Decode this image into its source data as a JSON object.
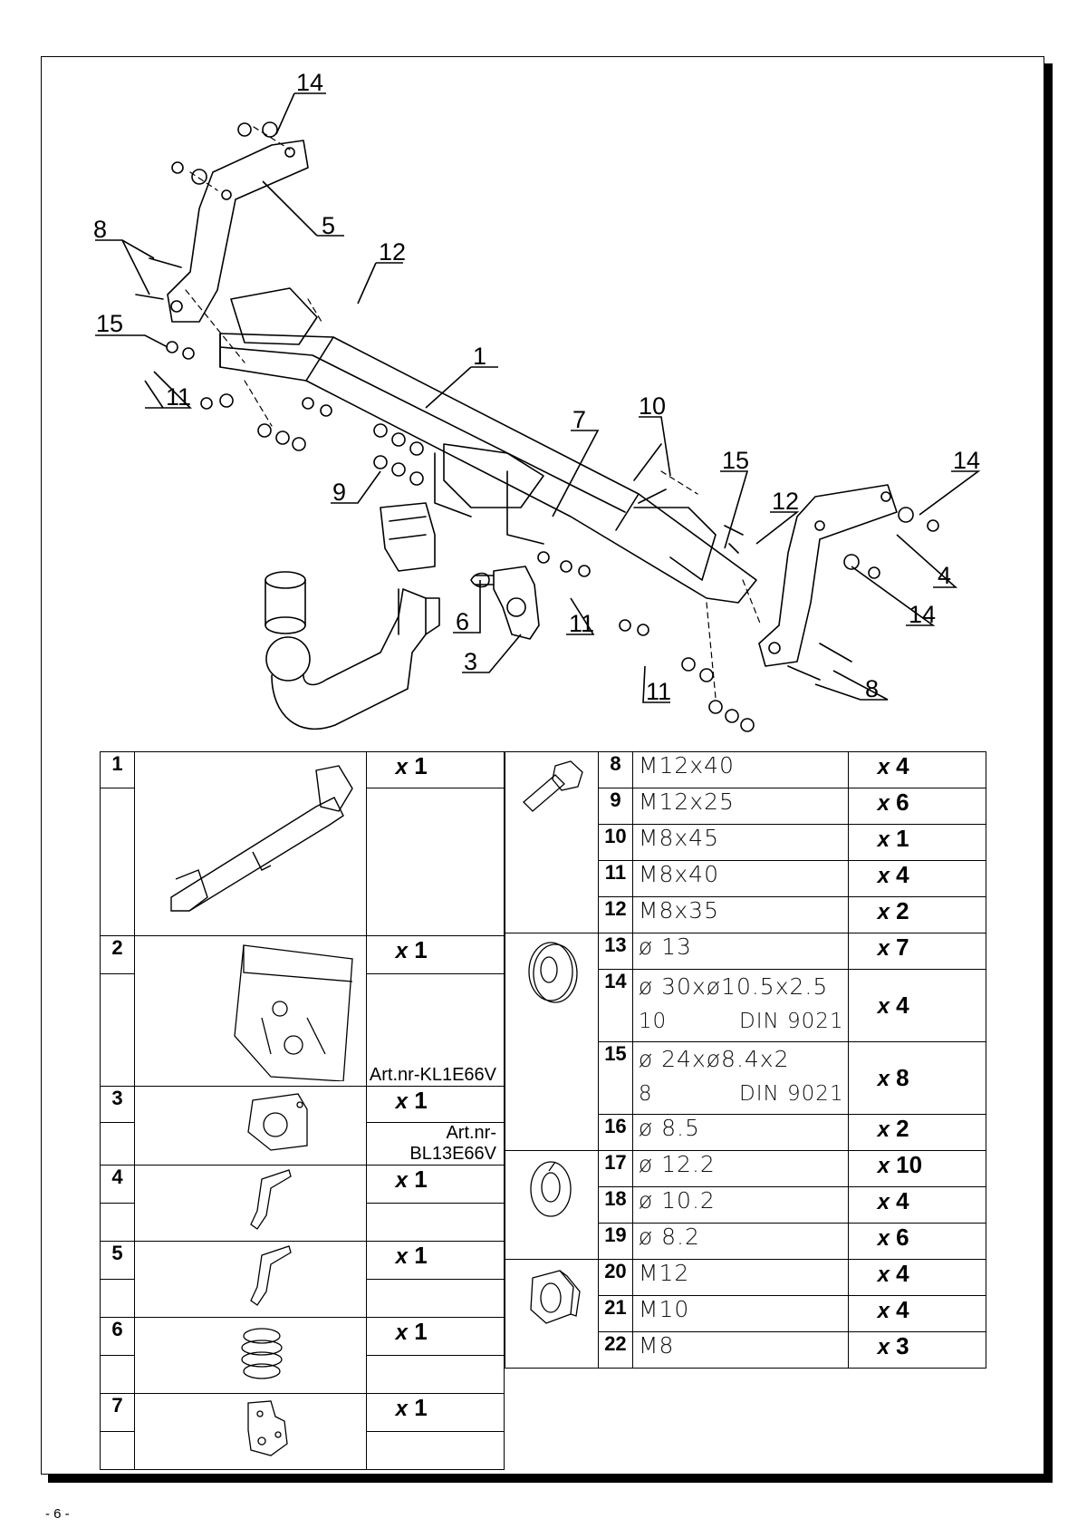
{
  "page": {
    "number": "- 6 -"
  },
  "callouts": [
    "14",
    "5",
    "8",
    "12",
    "15",
    "1",
    "11",
    "10",
    "7",
    "15",
    "14",
    "12",
    "9",
    "4",
    "6",
    "14",
    "11",
    "3",
    "11",
    "8"
  ],
  "left_items": [
    {
      "no": "1",
      "qty_x": "x",
      "qty": "1",
      "art": ""
    },
    {
      "no": "2",
      "qty_x": "x",
      "qty": "1",
      "art": "Art.nr-KL1E66V"
    },
    {
      "no": "3",
      "qty_x": "x",
      "qty": "1",
      "art": "Art.nr-BL13E66V"
    },
    {
      "no": "4",
      "qty_x": "x",
      "qty": "1",
      "art": ""
    },
    {
      "no": "5",
      "qty_x": "x",
      "qty": "1",
      "art": ""
    },
    {
      "no": "6",
      "qty_x": "x",
      "qty": "1",
      "art": ""
    },
    {
      "no": "7",
      "qty_x": "x",
      "qty": "1",
      "art": ""
    }
  ],
  "right_items": [
    {
      "no": "8",
      "spec": "M12x40",
      "spec2": "",
      "din": "",
      "qty_x": "x",
      "qty": "4"
    },
    {
      "no": "9",
      "spec": "M12x25",
      "spec2": "",
      "din": "",
      "qty_x": "x",
      "qty": "6"
    },
    {
      "no": "10",
      "spec": "M8x45",
      "spec2": "",
      "din": "",
      "qty_x": "x",
      "qty": "1"
    },
    {
      "no": "11",
      "spec": "M8x40",
      "spec2": "",
      "din": "",
      "qty_x": "x",
      "qty": "4"
    },
    {
      "no": "12",
      "spec": "M8x35",
      "spec2": "",
      "din": "",
      "qty_x": "x",
      "qty": "2"
    },
    {
      "no": "13",
      "spec": "ø 13",
      "spec2": "",
      "din": "",
      "qty_x": "x",
      "qty": "7"
    },
    {
      "no": "14",
      "spec": "ø 30xø10.5x2.5",
      "spec2": "10",
      "din": "DIN 9021",
      "qty_x": "x",
      "qty": "4"
    },
    {
      "no": "15",
      "spec": "ø 24xø8.4x2",
      "spec2": "8",
      "din": "DIN 9021",
      "qty_x": "x",
      "qty": "8"
    },
    {
      "no": "16",
      "spec": "ø 8.5",
      "spec2": "",
      "din": "",
      "qty_x": "x",
      "qty": "2"
    },
    {
      "no": "17",
      "spec": "ø 12.2",
      "spec2": "",
      "din": "",
      "qty_x": "x",
      "qty": "10"
    },
    {
      "no": "18",
      "spec": "ø 10.2",
      "spec2": "",
      "din": "",
      "qty_x": "x",
      "qty": "4"
    },
    {
      "no": "19",
      "spec": "ø 8.2",
      "spec2": "",
      "din": "",
      "qty_x": "x",
      "qty": "6"
    },
    {
      "no": "20",
      "spec": "M12",
      "spec2": "",
      "din": "",
      "qty_x": "x",
      "qty": "4"
    },
    {
      "no": "21",
      "spec": "M10",
      "spec2": "",
      "din": "",
      "qty_x": "x",
      "qty": "4"
    },
    {
      "no": "22",
      "spec": "M8",
      "spec2": "",
      "din": "",
      "qty_x": "x",
      "qty": "3"
    }
  ],
  "colors": {
    "ink": "#000000",
    "paper": "#ffffff"
  }
}
